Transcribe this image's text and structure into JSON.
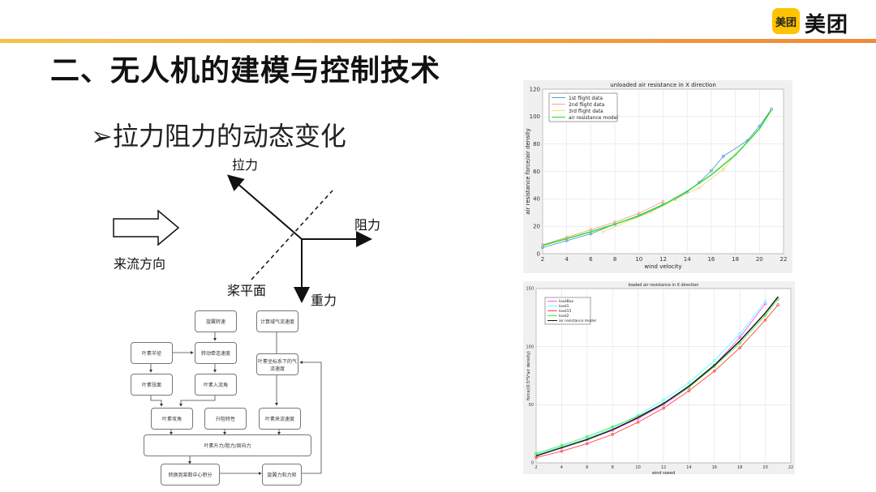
{
  "logo": {
    "badge": "美团",
    "text": "美团"
  },
  "title": "二、无人机的建模与控制技术",
  "subtitle": "➢拉力阻力的动态变化",
  "force_diagram": {
    "lift": "拉力",
    "drag": "阻力",
    "gravity": "重力",
    "flow": "来流方向",
    "plane": "桨平面"
  },
  "flowchart": [
    "旋翼转速",
    "计算域气流速度",
    "叶素半径",
    "转动牵连速度",
    "叶素坐标系下的气流速度",
    "叶素弦面",
    "叶素入流角",
    "叶素攻角",
    "升阻特性",
    "叶素来流速度",
    "叶素升力/阻力/周向力",
    "转换到桨毂中心积分",
    "旋翼力和力矩"
  ],
  "chart_data": [
    {
      "type": "line",
      "title": "unloaded air resistance in X direction",
      "xlabel": "wind velocity",
      "ylabel": "air resistance force/air density",
      "xlim": [
        2,
        22
      ],
      "ylim": [
        0,
        120
      ],
      "xticks": [
        2,
        4,
        6,
        8,
        10,
        12,
        14,
        16,
        18,
        20,
        22
      ],
      "yticks": [
        0,
        20,
        40,
        60,
        80,
        100,
        120
      ],
      "grid": true,
      "legend": "top-left",
      "series": [
        {
          "name": "1st flight data",
          "color": "#5b9bd5",
          "points": [
            [
              2,
              4.5
            ],
            [
              4,
              9.5
            ],
            [
              6,
              14.5
            ],
            [
              8,
              21.5
            ],
            [
              10,
              28
            ],
            [
              12,
              36
            ],
            [
              13,
              40
            ],
            [
              14,
              45
            ],
            [
              15,
              52
            ],
            [
              16,
              60.5
            ],
            [
              17,
              71
            ],
            [
              19,
              82.5
            ],
            [
              20,
              93
            ],
            [
              21,
              105.5
            ]
          ]
        },
        {
          "name": "2nd flight data",
          "color": "#f4a582",
          "points": [
            [
              2,
              6.5
            ],
            [
              4,
              12
            ],
            [
              6,
              17.5
            ],
            [
              8,
              23
            ],
            [
              10,
              29.5
            ],
            [
              12,
              38
            ]
          ]
        },
        {
          "name": "3rd flight data",
          "color": "#f9d58a",
          "points": [
            [
              7,
              16
            ],
            [
              11,
              30.5
            ],
            [
              13,
              39.5
            ],
            [
              15,
              48
            ],
            [
              17,
              61.5
            ],
            [
              18,
              72.5
            ]
          ]
        },
        {
          "name": "air resistance model",
          "color": "#22dd22",
          "points": [
            [
              2,
              6
            ],
            [
              4,
              11
            ],
            [
              6,
              16
            ],
            [
              8,
              21.5
            ],
            [
              10,
              27.5
            ],
            [
              12,
              35.5
            ],
            [
              14,
              45.5
            ],
            [
              16,
              57.5
            ],
            [
              18,
              72
            ],
            [
              20,
              91
            ],
            [
              21,
              105
            ]
          ]
        }
      ]
    },
    {
      "type": "line",
      "title": "loaded air resistance in X direction",
      "xlabel": "wind speed",
      "ylabel": "force/(0.5*S*air density)",
      "xlim": [
        2,
        22
      ],
      "ylim": [
        0,
        150
      ],
      "xticks": [
        2,
        4,
        6,
        8,
        10,
        12,
        14,
        16,
        18,
        20,
        22
      ],
      "yticks": [
        0,
        50,
        100,
        150
      ],
      "grid": true,
      "legend": "top-left",
      "series": [
        {
          "name": "loadBox",
          "color": "#ff55ff",
          "points": [
            [
              2,
              6
            ],
            [
              4,
              13
            ],
            [
              6,
              20
            ],
            [
              8,
              28
            ],
            [
              10,
              38
            ],
            [
              12,
              50
            ],
            [
              14,
              65
            ],
            [
              16,
              84
            ],
            [
              18,
              108
            ],
            [
              20,
              137
            ]
          ]
        },
        {
          "name": "load1",
          "color": "#66ffff",
          "points": [
            [
              2,
              7
            ],
            [
              4,
              14
            ],
            [
              6,
              21
            ],
            [
              8,
              30
            ],
            [
              10,
              41
            ],
            [
              12,
              54
            ],
            [
              14,
              69
            ],
            [
              16,
              88
            ],
            [
              18,
              111
            ],
            [
              20,
              139
            ]
          ]
        },
        {
          "name": "load15",
          "color": "#ff4444",
          "points": [
            [
              2,
              4.5
            ],
            [
              4,
              10
            ],
            [
              6,
              16.5
            ],
            [
              8,
              24.5
            ],
            [
              10,
              35
            ],
            [
              12,
              47
            ],
            [
              14,
              62
            ],
            [
              16,
              79
            ],
            [
              18,
              99
            ],
            [
              20,
              123
            ],
            [
              21,
              136
            ]
          ]
        },
        {
          "name": "load2",
          "color": "#44ee44",
          "points": [
            [
              2,
              8
            ],
            [
              4,
              15
            ],
            [
              6,
              22.5
            ],
            [
              8,
              31
            ],
            [
              10,
              40
            ],
            [
              12,
              51
            ],
            [
              14,
              65
            ],
            [
              16,
              83
            ],
            [
              18,
              103
            ],
            [
              20,
              127
            ],
            [
              21,
              141
            ]
          ]
        },
        {
          "name": "air resistance model",
          "color": "#111111",
          "points": [
            [
              2,
              6
            ],
            [
              4,
              13
            ],
            [
              6,
              20
            ],
            [
              8,
              28.5
            ],
            [
              10,
              39
            ],
            [
              12,
              51
            ],
            [
              14,
              66
            ],
            [
              16,
              84
            ],
            [
              18,
              105
            ],
            [
              20,
              129
            ],
            [
              21,
              143
            ]
          ]
        }
      ]
    }
  ]
}
